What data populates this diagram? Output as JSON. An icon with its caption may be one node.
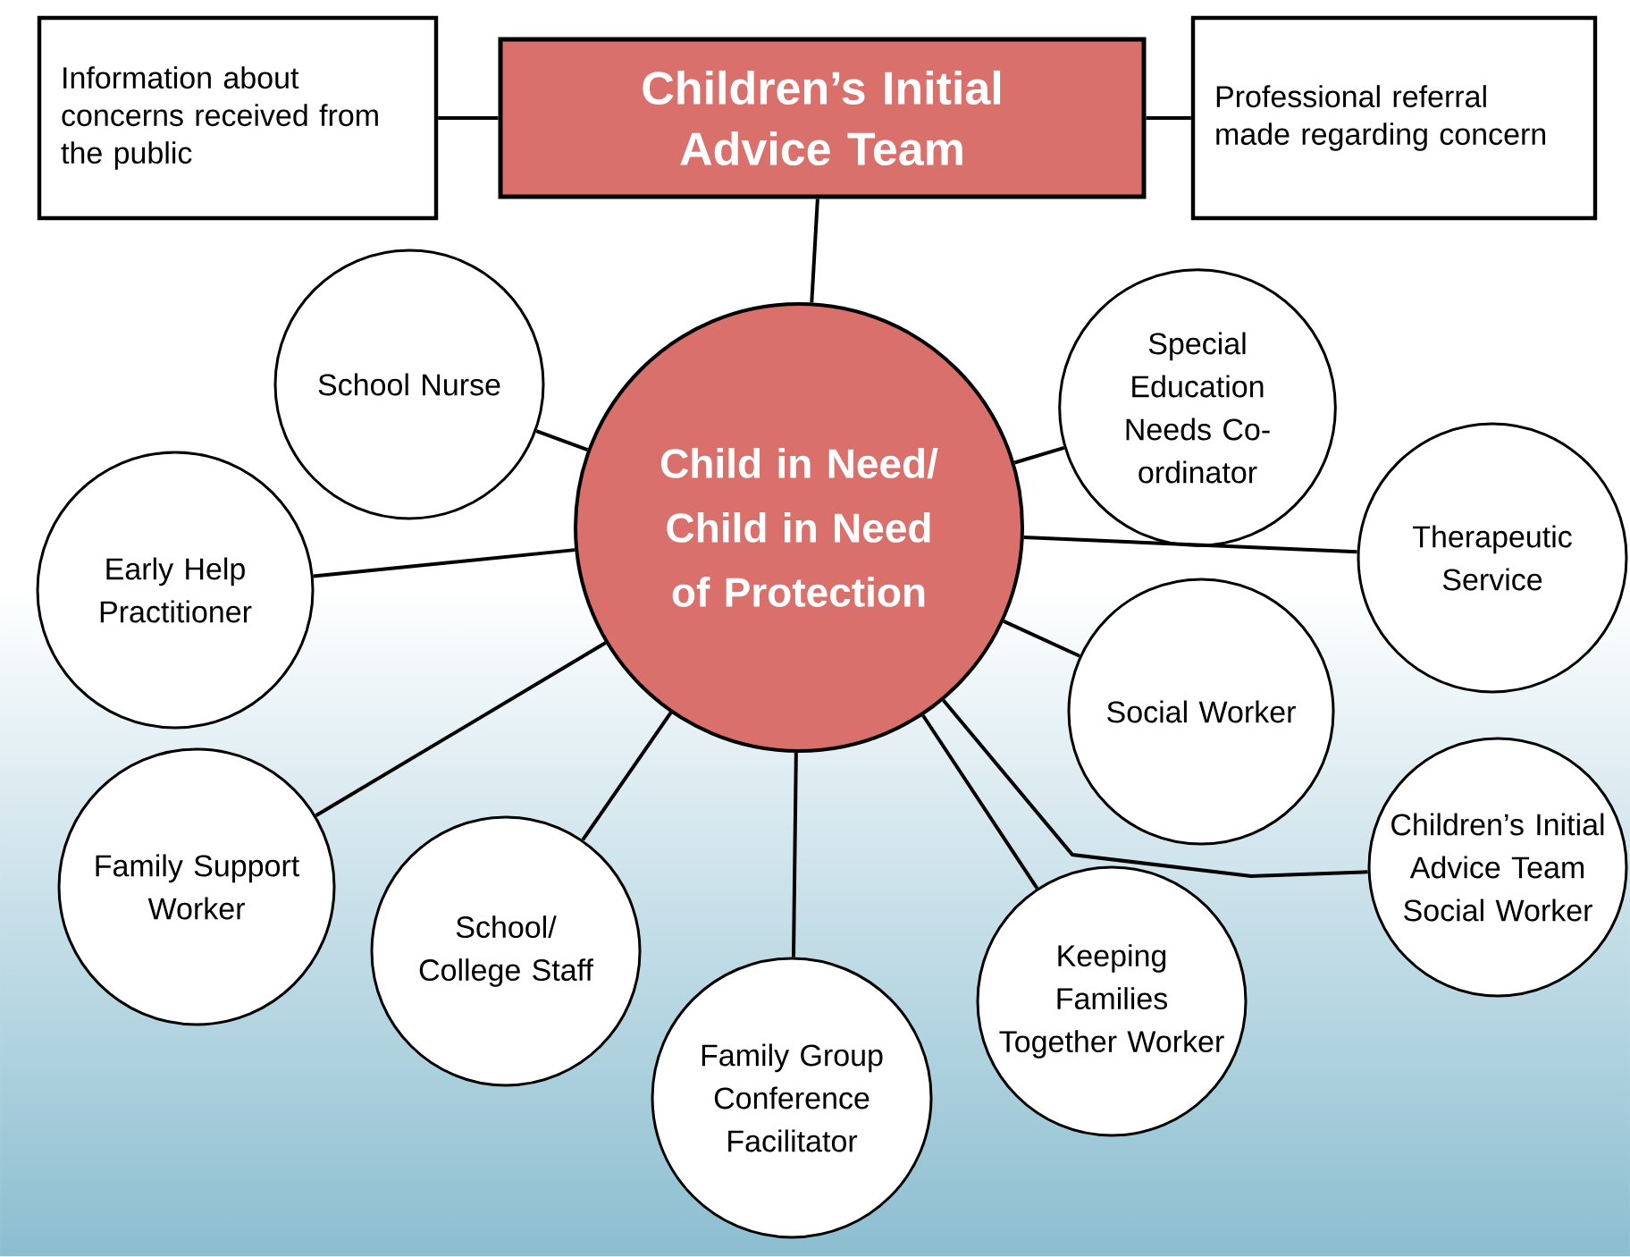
{
  "diagram": {
    "nodes": [
      {
        "text": [
          "Information about concerns received from the public"
        ]
      },
      {
        "text": [
          "Children’s Initial Advice Team"
        ]
      },
      {
        "text": [
          "Professional referral made regarding concern"
        ]
      },
      {
        "text": [
          "School Nurse"
        ]
      },
      {
        "text": [
          "Special Education Needs Co-ordinator"
        ]
      },
      {
        "text": [
          "Child in Need/ Child in Need of Protection"
        ]
      },
      {
        "text": [
          "Early Help Practitioner"
        ]
      },
      {
        "text": [
          "Therapeutic Service"
        ]
      },
      {
        "text": [
          "Social Worker"
        ]
      },
      {
        "text": [
          "Family Support Worker"
        ]
      },
      {
        "text": [
          "Children’s Initial Advice Team Social Worker"
        ]
      },
      {
        "text": [
          "School/ College Staff"
        ]
      },
      {
        "text": [
          "Keeping Families Together Worker"
        ]
      },
      {
        "text": [
          "Family Group Conference Facilitator"
        ]
      }
    ],
    "edges": [
      {
        "from": 0,
        "to": 1,
        "arrow": "none"
      },
      {
        "from": 1,
        "to": 2,
        "arrow": "none"
      },
      {
        "from": 1,
        "to": 5,
        "arrow": "none"
      },
      {
        "from": 5,
        "to": 3,
        "arrow": "none"
      },
      {
        "from": 5,
        "to": 4,
        "arrow": "none"
      },
      {
        "from": 5,
        "to": 6,
        "arrow": "none"
      },
      {
        "from": 5,
        "to": 7,
        "arrow": "none"
      },
      {
        "from": 5,
        "to": 8,
        "arrow": "none"
      },
      {
        "from": 5,
        "to": 10,
        "arrow": "none"
      },
      {
        "from": 5,
        "to": 9,
        "arrow": "none"
      },
      {
        "from": 5,
        "to": 11,
        "arrow": "none"
      },
      {
        "from": 5,
        "to": 12,
        "arrow": "none"
      },
      {
        "from": 5,
        "to": 13,
        "arrow": "none"
      }
    ]
  }
}
